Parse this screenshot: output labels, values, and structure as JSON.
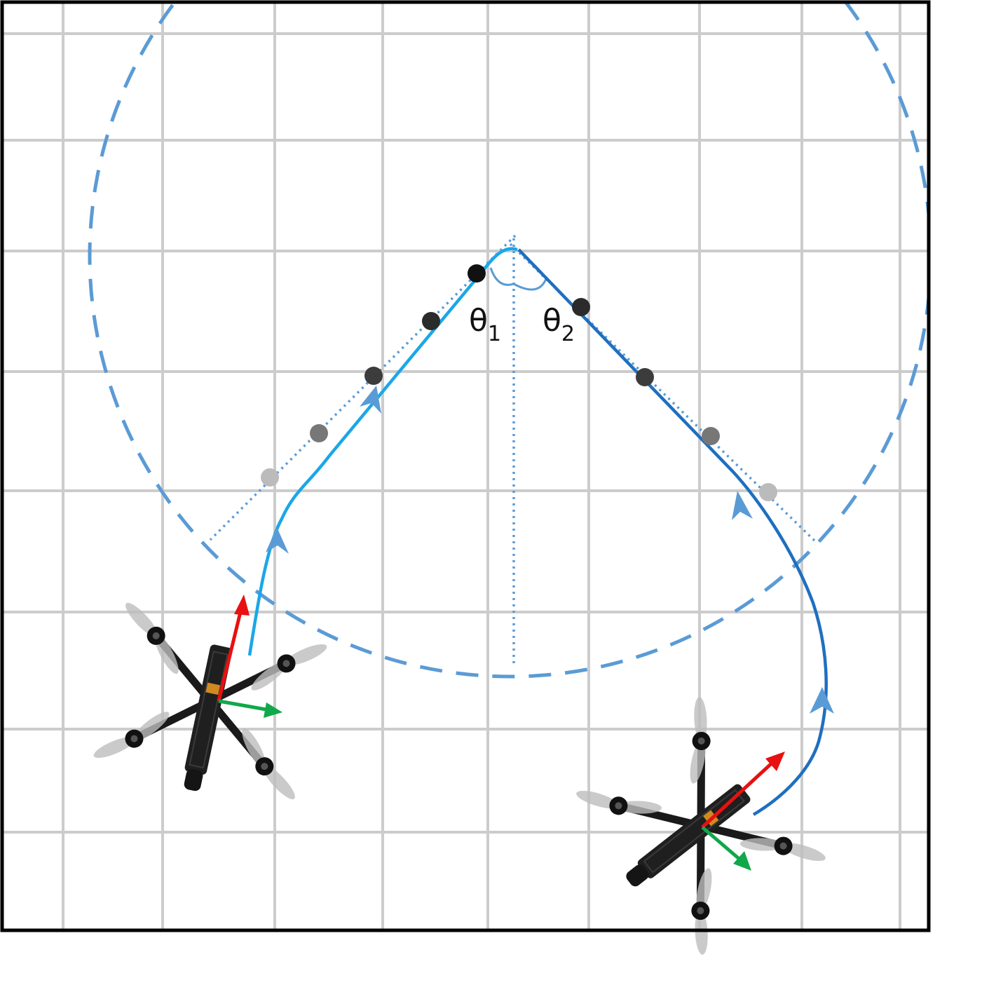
{
  "labels": {
    "theta1_symbol": "θ",
    "theta1_index": "1",
    "theta2_symbol": "θ",
    "theta2_index": "2"
  },
  "colors": {
    "background": "#ffffff",
    "frame": "#000000",
    "grid": "#cccccc",
    "circle_dashed": "#5b9bd5",
    "guide_dotted": "#5b9bd5",
    "path_drone_1": "#1aa7e8",
    "path_drone_2": "#1f6fbf",
    "direction_arrow": "#5b9bd5",
    "body_x_axis": "#e81010",
    "body_y_axis": "#10a84a",
    "drone_frame": "#1a1a1a",
    "propeller": "#bdbdbd"
  },
  "icons": {
    "drone_1": "quadcopter-icon",
    "drone_2": "quadcopter-icon",
    "flight_direction": "arrowhead-icon"
  },
  "waypoint_shades": [
    "#111111",
    "#2b2b2b",
    "#3c3c3c",
    "#777777",
    "#bbbbbb"
  ]
}
